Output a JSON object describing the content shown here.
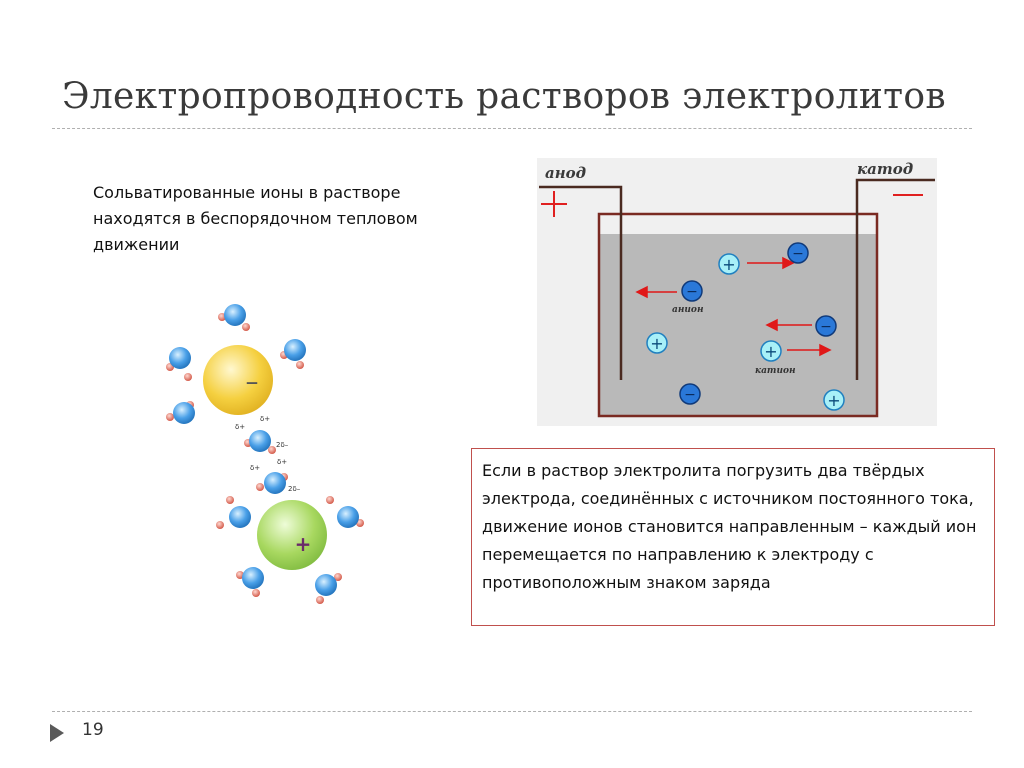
{
  "slide": {
    "title": "Электропроводность растворов электролитов",
    "intro_text": "Сольватированные ионы в растворе находятся в беспорядочном тепловом движении",
    "info_text": "Если в раствор электролита погрузить два твёрдых электрода, соединённых с источником постоянного тока, движение ионов становится направленным – каждый ион перемещается по направлению к электроду с противоположным знаком заряда",
    "page_number": "19"
  },
  "electrolysis_diagram": {
    "anode_label": "анод",
    "cathode_label": "катод",
    "anode_sign": "+",
    "cathode_sign": "—",
    "anion_label": "анион",
    "cation_label": "катион",
    "ion_plus_symbol": "+",
    "ion_minus_symbol": "−",
    "colors": {
      "background": "#f0f0f0",
      "solution": "#b9b9b9",
      "vessel": "#7a2a22",
      "sign_red": "#e02020",
      "arrow_red": "#e01818",
      "cation_fill": "#a8f0f8",
      "anion_fill": "#2a78d8"
    }
  },
  "solvation_diagram": {
    "negative_ion_symbol": "–",
    "positive_ion_symbol": "+",
    "delta_plus": "δ+",
    "delta_minus_2": "2δ–",
    "colors": {
      "negative_ion": "#f5d040",
      "positive_ion": "#a8d860",
      "water_oxygen": "#3a8fd8",
      "water_hydrogen": "#e06a5a"
    }
  }
}
